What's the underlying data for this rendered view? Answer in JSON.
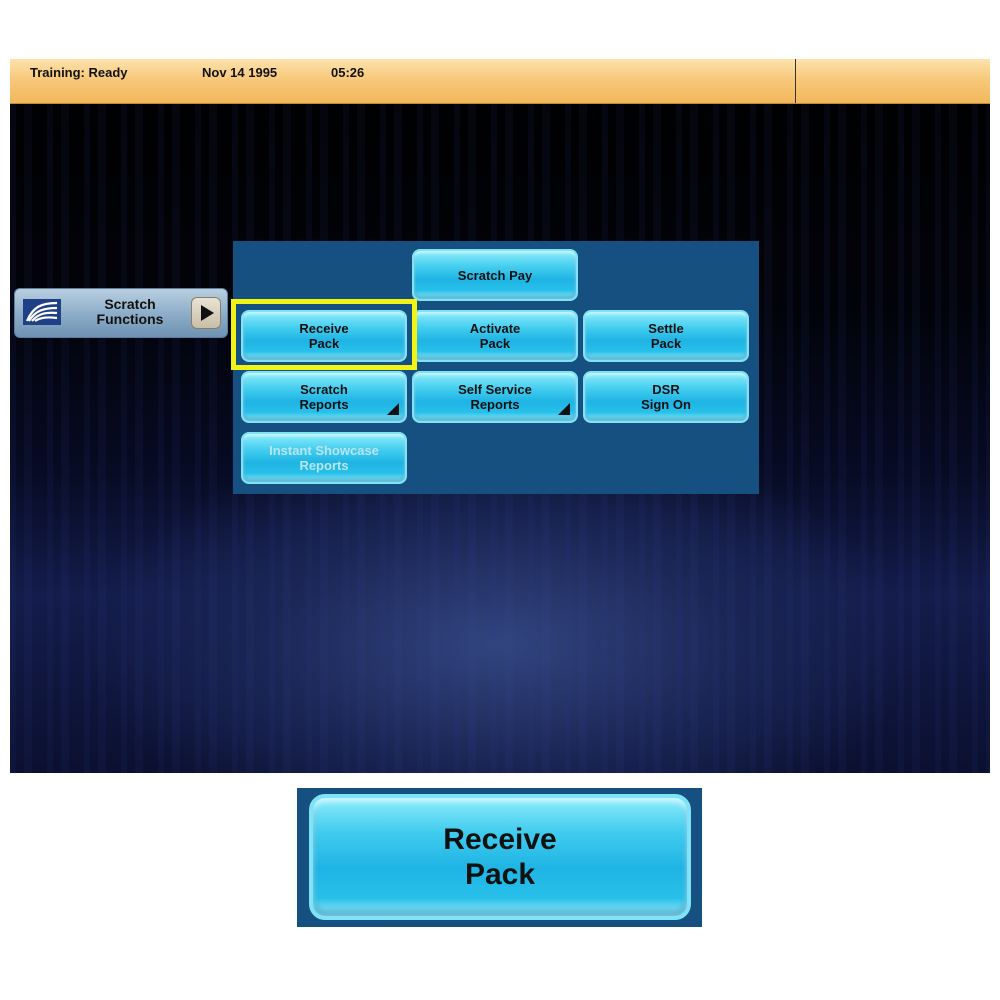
{
  "status_bar": {
    "mode": "Training: Ready",
    "date": "Nov 14 1995",
    "time": "05:26"
  },
  "side_tab": {
    "label": "Scratch\nFunctions",
    "logo_icon": "lottery-logo-icon",
    "arrow_icon": "play-arrow-icon"
  },
  "menu": {
    "scratch_pay": "Scratch Pay",
    "receive_pack": "Receive\nPack",
    "activate_pack": "Activate\nPack",
    "settle_pack": "Settle\nPack",
    "scratch_reports": "Scratch\nReports",
    "self_service_reports": "Self Service\nReports",
    "dsr_sign_on": "DSR\nSign On",
    "instant_showcase_reports": "Instant Showcase\nReports"
  },
  "zoom": {
    "label": "Receive\nPack"
  },
  "colors": {
    "status_bar": "#f7c97b",
    "panel": "#155081",
    "button": "#1fb4e4",
    "highlight": "#f1f216"
  }
}
